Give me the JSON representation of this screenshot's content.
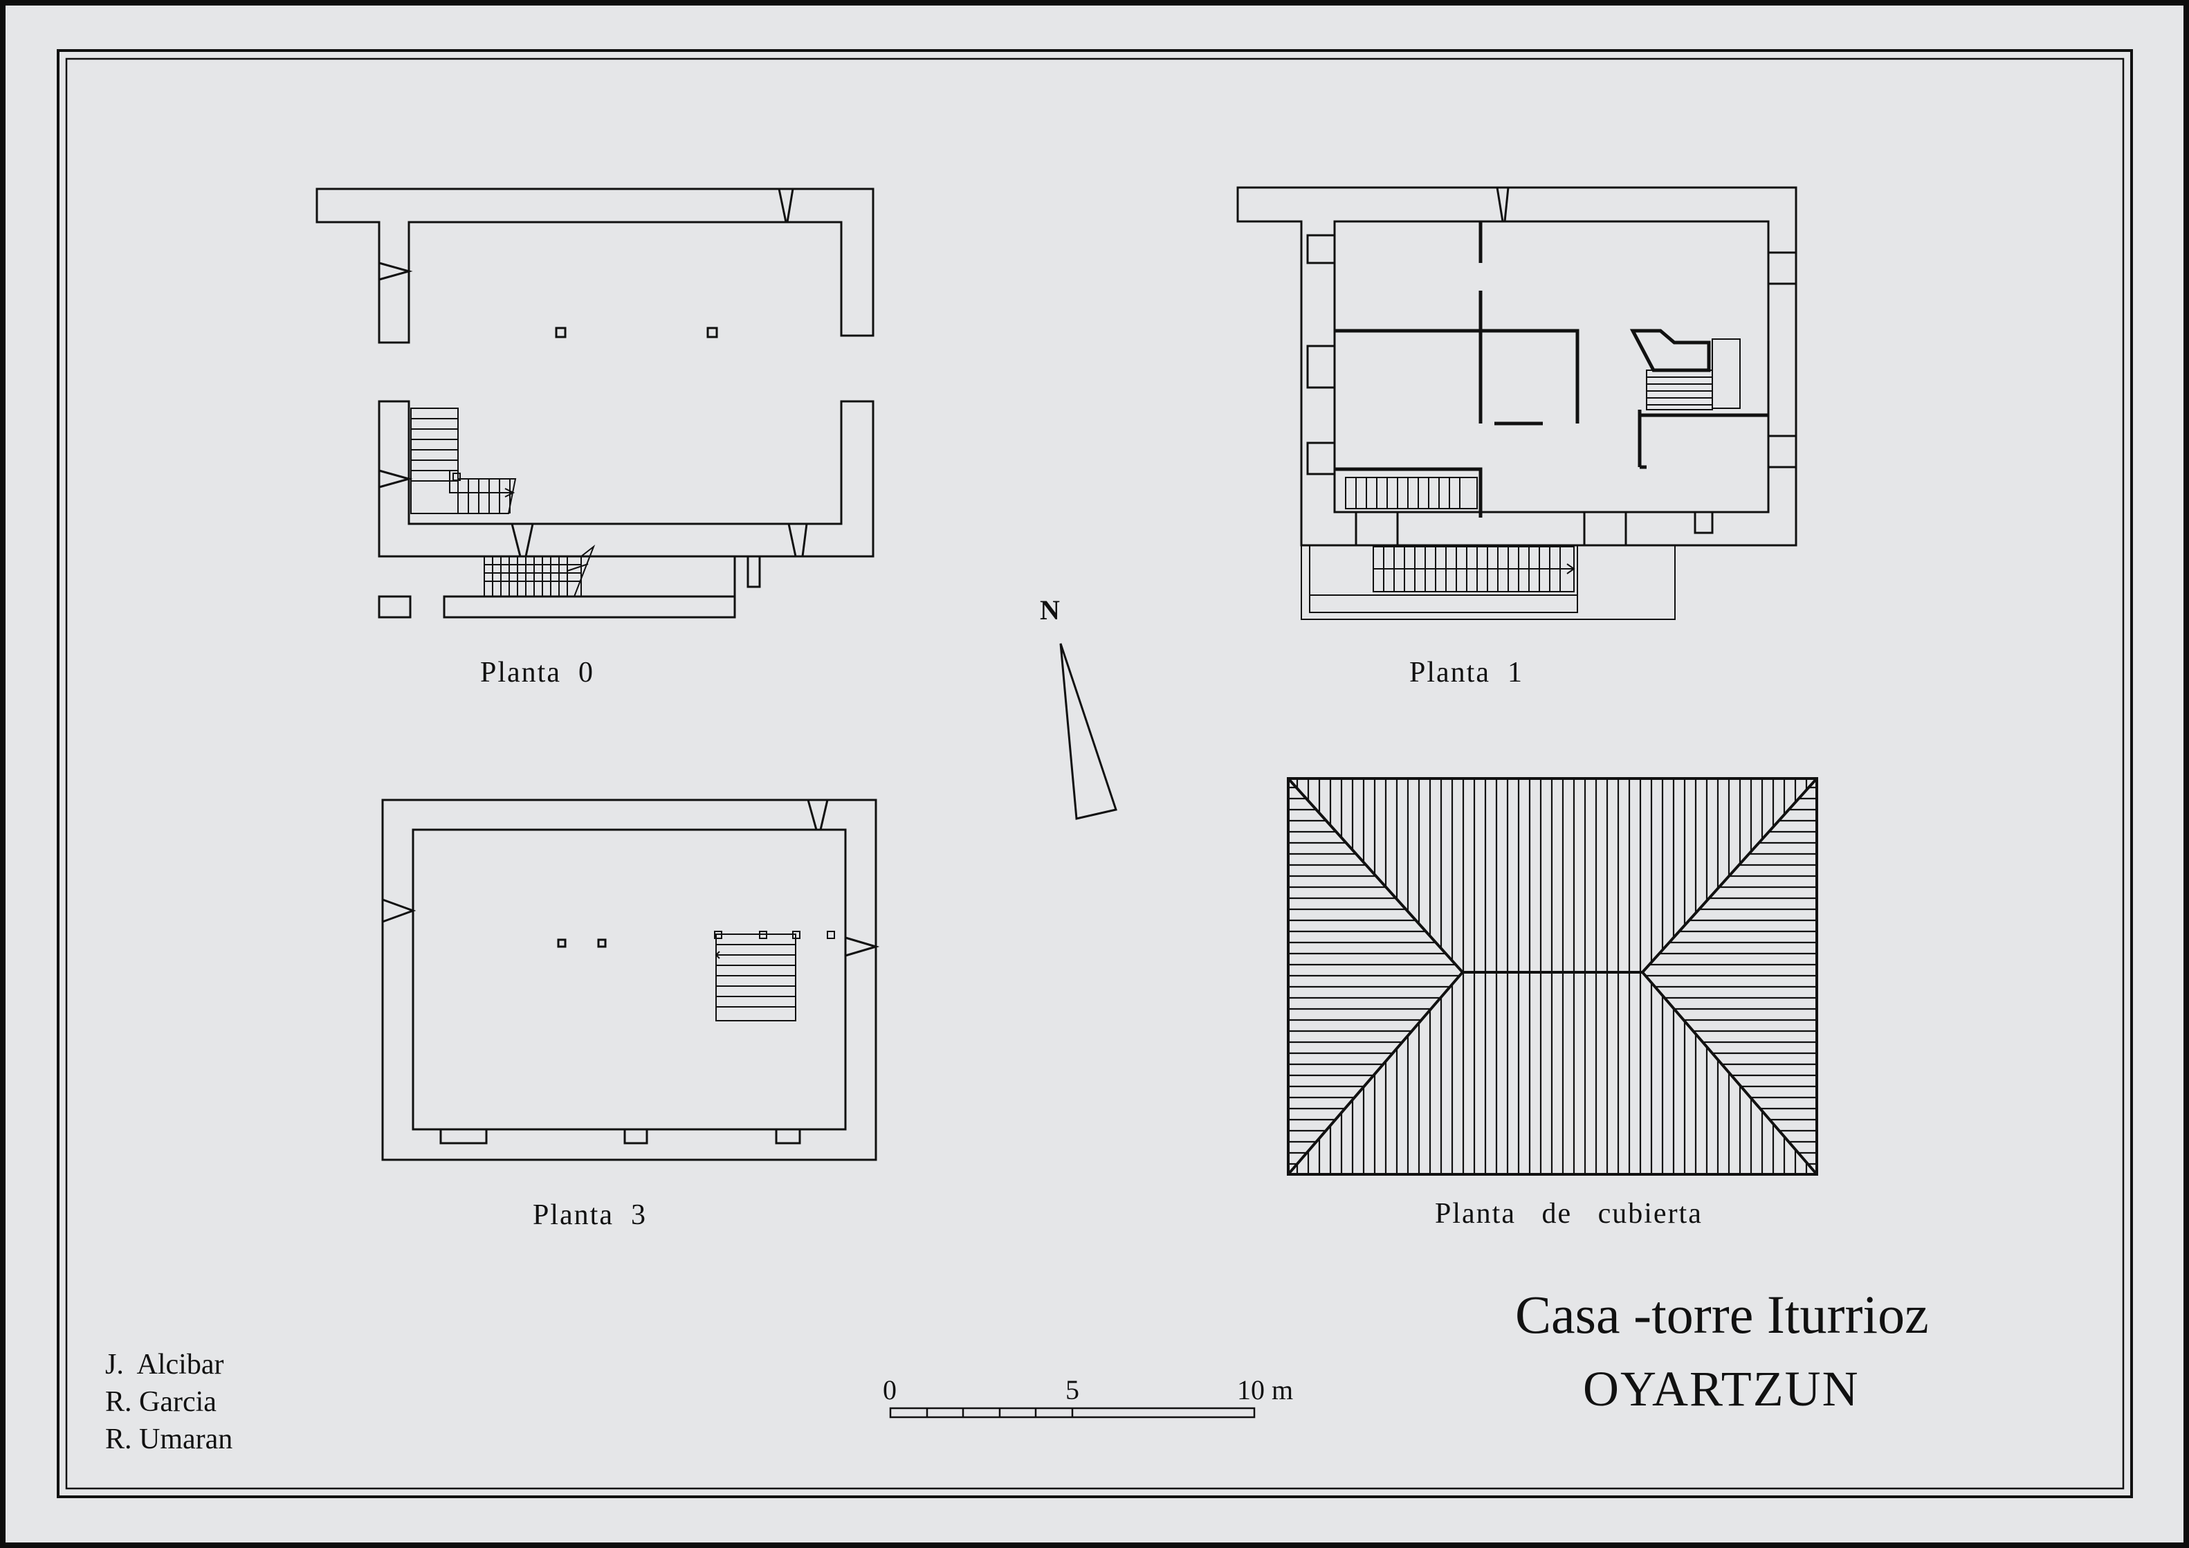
{
  "title": {
    "name": "Casa -torre Iturrioz",
    "place": "OYARTZUN"
  },
  "plans": [
    {
      "id": "planta-0",
      "label": "Planta  0"
    },
    {
      "id": "planta-1",
      "label": "Planta  1"
    },
    {
      "id": "planta-3",
      "label": "Planta  3"
    },
    {
      "id": "planta-cubierta",
      "label": "Planta   de   cubierta"
    }
  ],
  "north_label": "N",
  "scale": {
    "start": "0",
    "mid": "5",
    "end": "10 m"
  },
  "authors": [
    "J.  Alcibar",
    "R. Garcia",
    "R. Umaran"
  ],
  "colors": {
    "paper": "#e5e6e8",
    "ink": "#111111",
    "outer_border": "#0d0d0d"
  }
}
